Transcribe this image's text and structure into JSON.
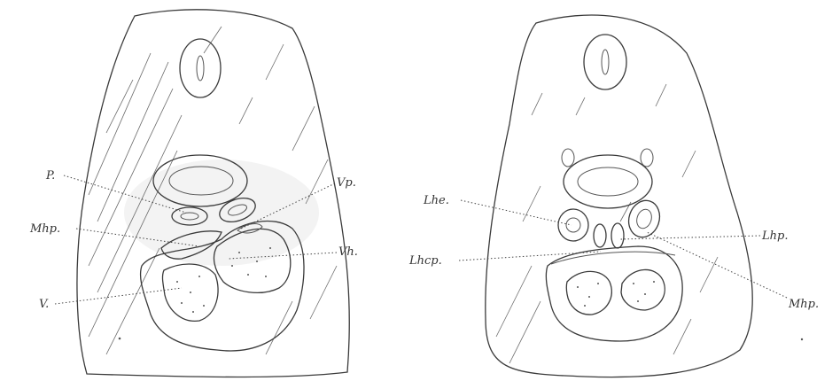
{
  "figure": {
    "left_section": {
      "labels": {
        "p": "P.",
        "mhp": "Mhp.",
        "v": "V.",
        "vp": "Vp.",
        "vh": "Vh."
      }
    },
    "right_section": {
      "labels": {
        "lhe": "Lhe.",
        "lhcp": "Lhcp.",
        "lhp": "Lhp.",
        "mhp": "Mhp."
      }
    }
  }
}
